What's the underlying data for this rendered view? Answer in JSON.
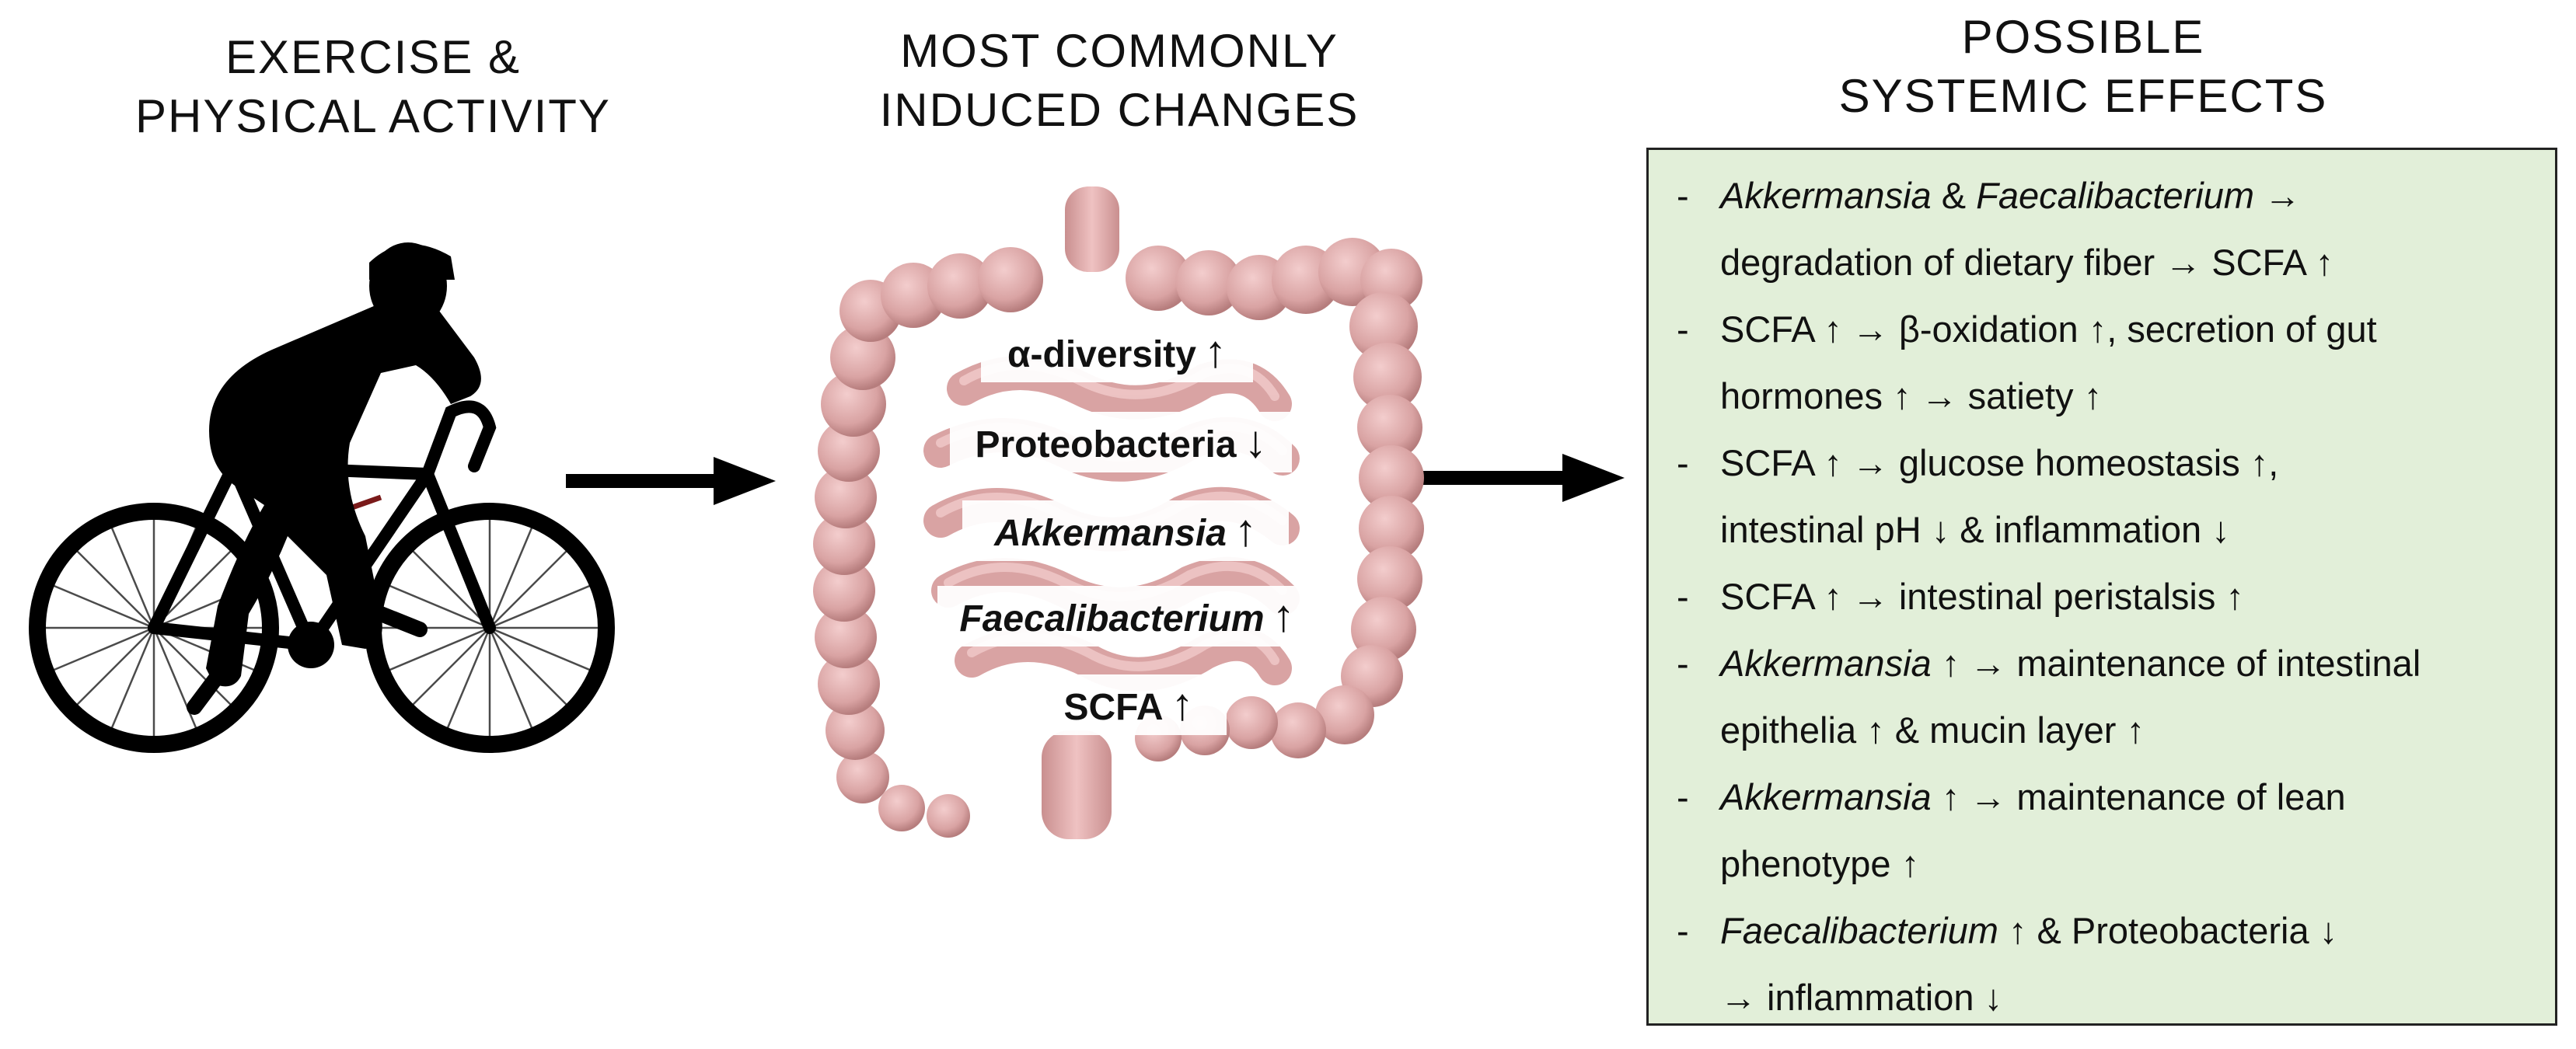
{
  "titles": {
    "left": [
      "EXERCISE &",
      "PHYSICAL ACTIVITY"
    ],
    "middle": [
      "MOST COMMONLY",
      "INDUCED CHANGES"
    ],
    "right": [
      "POSSIBLE",
      "SYSTEMIC EFFECTS"
    ]
  },
  "changes": [
    {
      "text": "α-diversity",
      "italic": false,
      "arrow": "↑"
    },
    {
      "text": "Proteobacteria",
      "italic": false,
      "arrow": "↓"
    },
    {
      "text": "Akkermansia",
      "italic": true,
      "arrow": "↑"
    },
    {
      "text": "Faecalibacterium",
      "italic": true,
      "arrow": "↑"
    },
    {
      "text": "SCFA",
      "italic": false,
      "arrow": "↑"
    }
  ],
  "effects": [
    {
      "dash": "-",
      "lines": [
        [
          {
            "t": "Akkermansia",
            "i": true
          },
          {
            "t": " & "
          },
          {
            "t": "Faecalibacterium",
            "i": true
          },
          {
            "t": " →"
          }
        ],
        [
          {
            "t": "degradation of dietary fiber → SCFA ↑"
          }
        ]
      ]
    },
    {
      "dash": "-",
      "lines": [
        [
          {
            "t": "SCFA ↑  → β-oxidation ↑, secretion of gut"
          }
        ],
        [
          {
            "t": "hormones ↑ → satiety ↑"
          }
        ]
      ]
    },
    {
      "dash": "-",
      "lines": [
        [
          {
            "t": "SCFA ↑ → glucose homeostasis ↑,"
          }
        ],
        [
          {
            "t": " intestinal pH ↓ & inflammation ↓"
          }
        ]
      ]
    },
    {
      "dash": "-",
      "lines": [
        [
          {
            "t": "SCFA ↑ → intestinal peristalsis ↑"
          }
        ]
      ]
    },
    {
      "dash": "-",
      "lines": [
        [
          {
            "t": "Akkermansia",
            "i": true
          },
          {
            "t": " ↑ → maintenance of intestinal"
          }
        ],
        [
          {
            "t": "epithelia ↑ & mucin layer ↑"
          }
        ]
      ]
    },
    {
      "dash": "-",
      "lines": [
        [
          {
            "t": "Akkermansia",
            "i": true
          },
          {
            "t": " ↑ → maintenance of lean"
          }
        ],
        [
          {
            "t": "phenotype ↑"
          }
        ]
      ]
    },
    {
      "dash": "-",
      "lines": [
        [
          {
            "t": "Faecalibacterium",
            "i": true
          },
          {
            "t": " ↑ & Proteobacteria ↓"
          }
        ],
        [
          {
            "t": "→ inflammation ↓"
          }
        ]
      ]
    }
  ],
  "colors": {
    "panel_bg": "#e2efd9",
    "intestine": "#d9a3a3",
    "silhouette": "#000000",
    "frame_accent": "#7a1a1a"
  }
}
